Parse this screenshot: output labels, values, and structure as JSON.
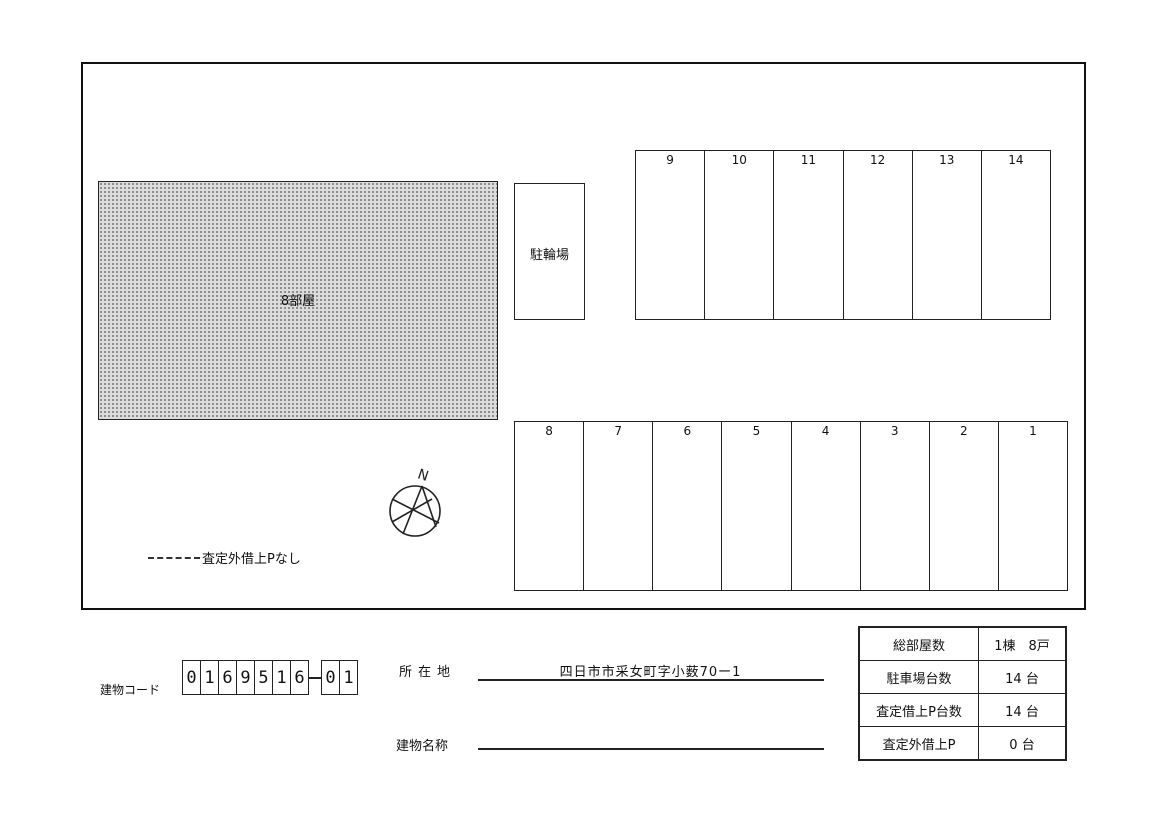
{
  "site_plan": {
    "building_label": "8部屋",
    "bicycle_parking_label": "駐輪場",
    "parking_row_top": [
      "9",
      "10",
      "11",
      "12",
      "13",
      "14"
    ],
    "parking_row_bottom": [
      "8",
      "7",
      "6",
      "5",
      "4",
      "3",
      "2",
      "1"
    ],
    "compass_label": "N",
    "legend_text": "査定外借上Pなし"
  },
  "building_code": {
    "label": "建物コード",
    "main_digits": [
      "0",
      "1",
      "6",
      "9",
      "5",
      "1",
      "6"
    ],
    "suffix_digits": [
      "0",
      "1"
    ]
  },
  "address": {
    "label": "所在地",
    "value": "四日市市采女町字小薮70ー1"
  },
  "building_name": {
    "label": "建物名称",
    "value": ""
  },
  "summary": {
    "rows": [
      {
        "label": "総部屋数",
        "value": "1棟　8戸"
      },
      {
        "label": "駐車場台数",
        "value": "14 台"
      },
      {
        "label": "査定借上P台数",
        "value": "14 台"
      },
      {
        "label": "査定外借上P",
        "value": "0 台"
      }
    ]
  }
}
